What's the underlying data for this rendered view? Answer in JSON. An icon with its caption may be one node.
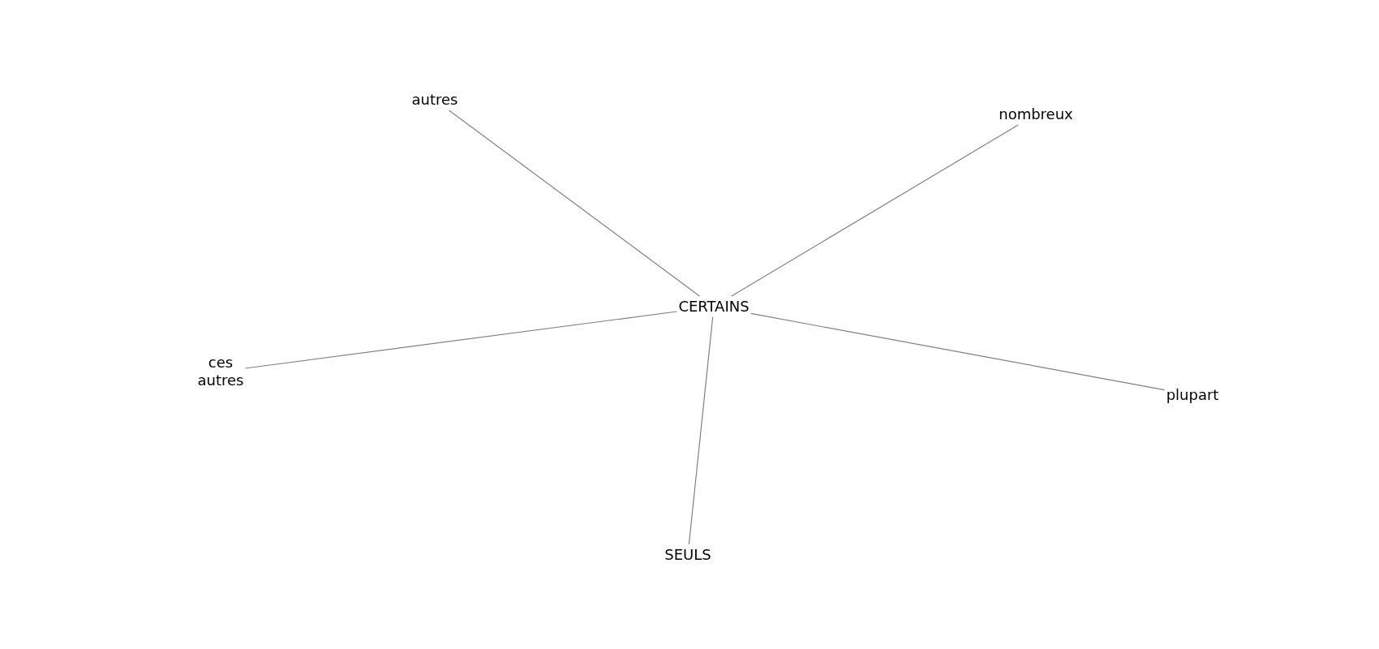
{
  "diagram": {
    "nodes": [
      {
        "text": [
          "CERTAINS"
        ]
      },
      {
        "text": [
          "autres"
        ]
      },
      {
        "text": [
          "nombreux"
        ]
      },
      {
        "text": [
          "ces autres"
        ]
      },
      {
        "text": [
          "plupart"
        ]
      },
      {
        "text": [
          "SEULS"
        ]
      }
    ],
    "edges": [
      {
        "from": 0,
        "to": 1,
        "arrow": "none"
      },
      {
        "from": 0,
        "to": 2,
        "arrow": "none"
      },
      {
        "from": 0,
        "to": 3,
        "arrow": "none"
      },
      {
        "from": 0,
        "to": 4,
        "arrow": "none"
      },
      {
        "from": 0,
        "to": 5,
        "arrow": "none"
      }
    ]
  }
}
